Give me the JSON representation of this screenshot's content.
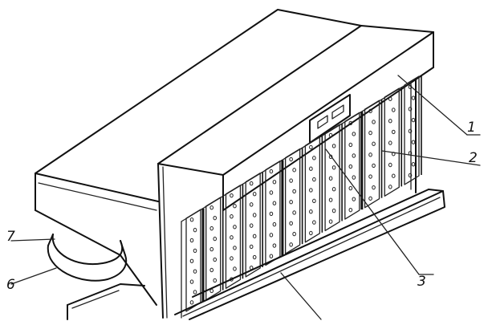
{
  "figure": {
    "callouts": [
      {
        "id": "1",
        "text": "1"
      },
      {
        "id": "2",
        "text": "2"
      },
      {
        "id": "3",
        "text": "3"
      },
      {
        "id": "6",
        "text": "6"
      },
      {
        "id": "7",
        "text": "7"
      }
    ]
  },
  "colors": {
    "ink": "#111111",
    "paper": "#ffffff"
  }
}
